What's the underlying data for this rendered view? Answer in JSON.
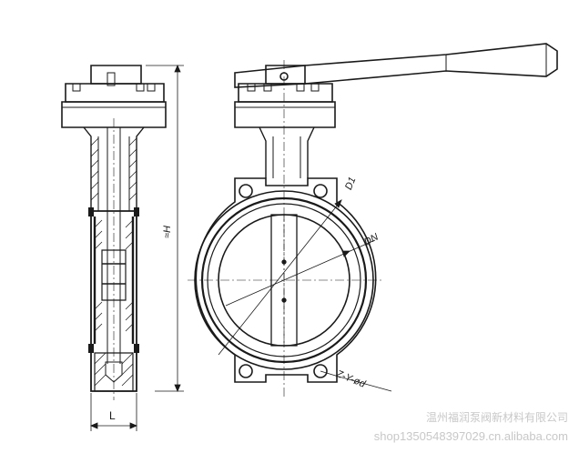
{
  "dimensions": {
    "height_label": "≈H",
    "width_label": "L",
    "outer_diameter_label": "D1",
    "nominal_diameter_label": "DN",
    "bolt_label": "Z-Y-ød"
  },
  "watermark": {
    "company": "温州福润泵阀新材料有限公司",
    "shop": "shop1350548397029.cn.alibaba.com"
  },
  "colors": {
    "line": "#1a1a1a",
    "watermark": "#c8c8c8",
    "background": "#ffffff"
  }
}
